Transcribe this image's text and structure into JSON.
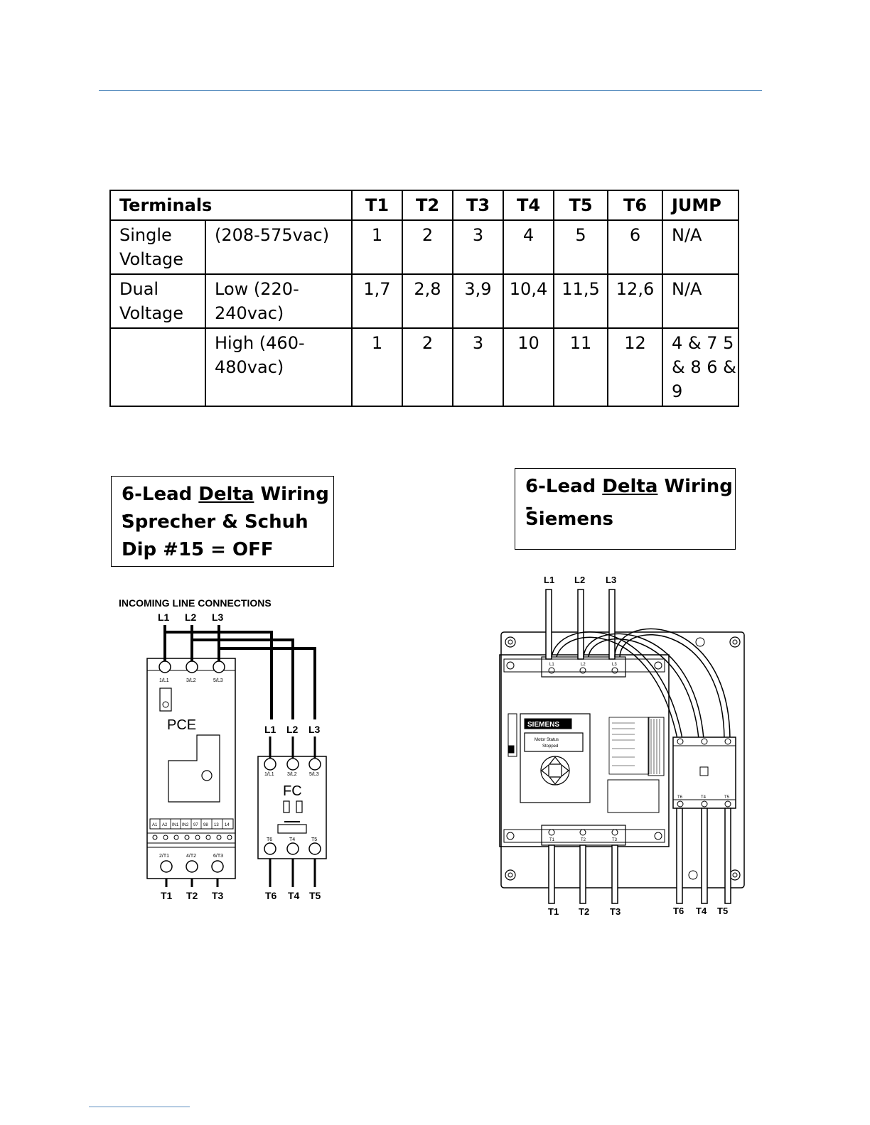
{
  "table": {
    "header": [
      "Terminals",
      "T1",
      "T2",
      "T3",
      "T4",
      "T5",
      "T6",
      "JUMP"
    ],
    "rows": [
      {
        "group": "Single Voltage",
        "label": "(208-575vac)",
        "values": [
          "1",
          "2",
          "3",
          "4",
          "5",
          "6"
        ],
        "jump": "N/A"
      },
      {
        "group": "Dual Voltage",
        "label": "Low (220-240vac)",
        "values": [
          "1,7",
          "2,8",
          "3,9",
          "10,4",
          "11,5",
          "12,6"
        ],
        "jump": "N/A"
      },
      {
        "group": "",
        "label": "High (460-480vac)",
        "values": [
          "1",
          "2",
          "3",
          "10",
          "11",
          "12"
        ],
        "jump": "4 & 7 5 & 8 6 & 9"
      }
    ]
  },
  "box_left": {
    "prefix": "6-Lead ",
    "underlined": "Delta",
    "suffix": " Wiring -",
    "line2": "Sprecher & Schuh",
    "line3": "Dip #15 = OFF"
  },
  "box_right": {
    "prefix": "6-Lead ",
    "underlined": "Delta",
    "suffix": " Wiring -",
    "line2": "Siemens"
  },
  "diagram_left": {
    "incoming": "INCOMING LINE CONNECTIONS",
    "lines": [
      "L1",
      "L2",
      "L3"
    ],
    "pce_label": "PCE",
    "pce_top_terms": [
      "1/L1",
      "3/L2",
      "5/L3"
    ],
    "pce_ctrl_terms": [
      "A1",
      "A2",
      "IN1",
      "IN2",
      "97",
      "98",
      "13",
      "14"
    ],
    "pce_bot_terms": [
      "2/T1",
      "4/T2",
      "6/T3"
    ],
    "outputs_left": [
      "T1",
      "T2",
      "T3"
    ],
    "fc_lines": [
      "L1",
      "L2",
      "L3"
    ],
    "fc_label": "FC",
    "fc_top_terms": [
      "1/L1",
      "3/L2",
      "5/L3"
    ],
    "fc_bot_terms": [
      "T6",
      "T4",
      "T5"
    ],
    "outputs_right": [
      "T6",
      "T4",
      "T5"
    ]
  },
  "diagram_right": {
    "lines": [
      "L1",
      "L2",
      "L3"
    ],
    "brand": "SIEMENS",
    "display_line1": "Motor Status",
    "display_line2": "Stopped",
    "bottom_terms": [
      "T1",
      "T2",
      "T3"
    ],
    "outputs_left": [
      "T1",
      "T2",
      "T3"
    ],
    "contactor_terms": [
      "T6",
      "T4",
      "T5"
    ],
    "outputs_right": [
      "T6",
      "T4",
      "T5"
    ]
  }
}
